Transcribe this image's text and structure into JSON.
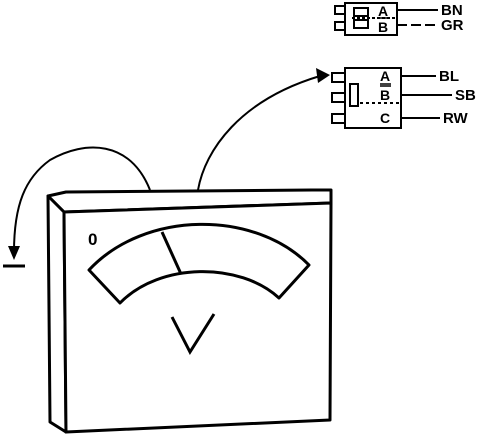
{
  "meter": {
    "zero_label": "0",
    "unit_label": "V"
  },
  "connector_top": {
    "pins": [
      "A",
      "B"
    ],
    "wires": [
      "BN",
      "GR"
    ]
  },
  "connector_bottom": {
    "pins": [
      "A",
      "B",
      "C"
    ],
    "wires": [
      "BL",
      "SB",
      "RW"
    ]
  },
  "colors": {
    "line": "#000000",
    "background": "#ffffff"
  }
}
